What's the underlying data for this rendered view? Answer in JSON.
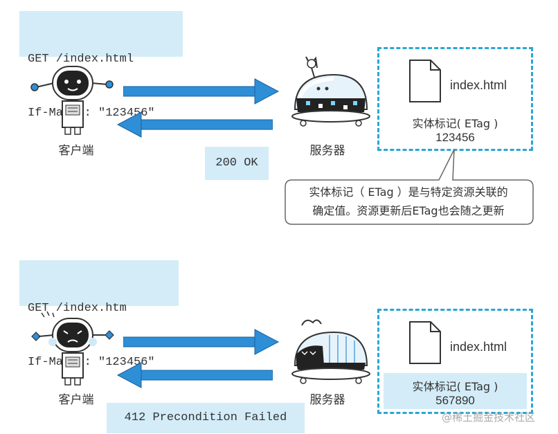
{
  "top": {
    "request_line1": "GET /index.html",
    "request_line2": "If-Match: \"123456\"",
    "client_label": "客户端",
    "server_label": "服务器",
    "response": "200 OK",
    "file_name": "index.html",
    "etag_label": "实体标记( ETag )",
    "etag_value": "123456",
    "note_line1": "实体标记（ ETag ）是与特定资源关联的",
    "note_line2": "确定值。资源更新后ETag也会随之更新"
  },
  "bottom": {
    "request_line1": "GET /index.htm",
    "request_line2": "If-Match: \"123456\"",
    "client_label": "客户端",
    "server_label": "服务器",
    "response": "412 Precondition Failed",
    "file_name": "index.html",
    "etag_label": "实体标记( ETag )",
    "etag_value": "567890"
  },
  "watermark": "@稀土掘金技术社区",
  "colors": {
    "arrow": "#2e8fd6",
    "accent_box": "#d3ecf8",
    "dashed_border": "#2aa6d4"
  }
}
